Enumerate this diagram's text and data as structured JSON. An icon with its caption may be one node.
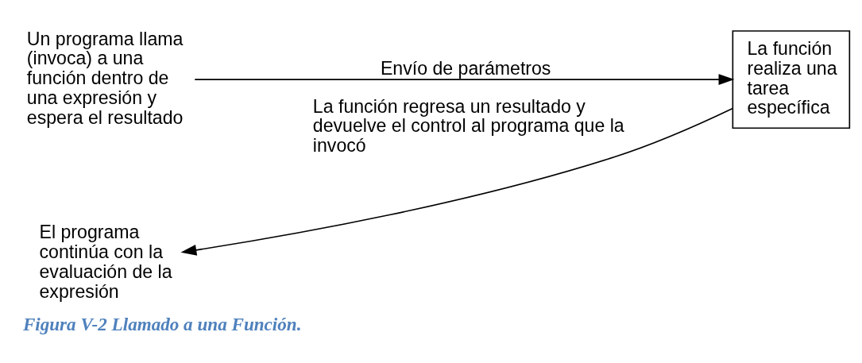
{
  "diagram": {
    "caption": "Figura V-2 Llamado a una Función.",
    "nodes": [
      {
        "text": [
          "Un programa llama (invoca) a una función dentro de una expresión y espera el resultado"
        ]
      },
      {
        "text": [
          "La función realiza una tarea específica"
        ]
      },
      {
        "text": [
          "El programa continúa con la evaluación de la expresión"
        ]
      }
    ],
    "edges": [
      {
        "from": 0,
        "to": 1,
        "arrow": "to",
        "label": "Envío de parámetros"
      },
      {
        "from": 1,
        "to": 2,
        "arrow": "to",
        "label": "La función regresa un resultado y devuelve el control al programa que la invocó"
      }
    ]
  }
}
